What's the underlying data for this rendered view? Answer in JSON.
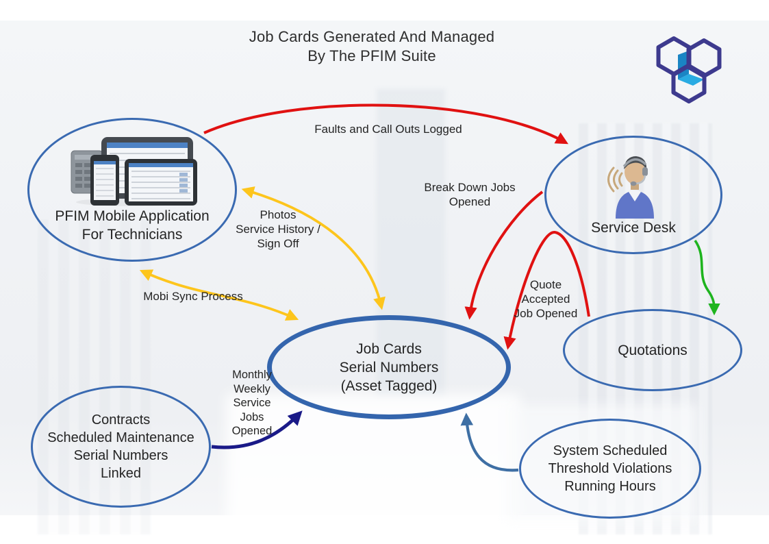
{
  "title": "Job Cards Generated And Managed\nBy The PFIM Suite",
  "logo": {
    "icon": "hexagon-cluster-logo",
    "outline_color": "#3d3a8e",
    "cube_side_color": "#1a85c4",
    "cube_floor_color": "#29abe2"
  },
  "nodes": {
    "pfim_mobile": {
      "label": "PFIM Mobile Application\nFor Technicians",
      "icon": "mobile-devices-image"
    },
    "service_desk": {
      "label": "Service Desk",
      "icon": "support-agent-image"
    },
    "job_cards": {
      "label": "Job Cards\nSerial Numbers\n(Asset Tagged)"
    },
    "quotations": {
      "label": "Quotations"
    },
    "contracts": {
      "label": "Contracts\nScheduled Maintenance\nSerial Numbers\nLinked"
    },
    "system_scheduled": {
      "label": "System Scheduled\nThreshold Violations\nRunning Hours"
    }
  },
  "edges": {
    "faults": {
      "label": "Faults and Call Outs Logged",
      "color": "#e01111"
    },
    "break_down": {
      "label": "Break Down Jobs\nOpened",
      "color": "#e01111"
    },
    "photos": {
      "label": "Photos\nService History /\nSign Off",
      "color": "#fdc51c"
    },
    "mobi_sync": {
      "label": "Mobi Sync Process",
      "color": "#fdc51c"
    },
    "quote": {
      "label": "Quote\nAccepted\nJob Opened",
      "color": "#e01111"
    },
    "monthly": {
      "label": "Monthly\nWeekly\nService\nJobs\nOpened",
      "color": "#1a1a88"
    },
    "quotation_link": {
      "color": "#1eb41e"
    },
    "system_link": {
      "color": "#3e6fa4"
    }
  },
  "colors": {
    "node_border": "#3a6ab1",
    "job_cards_border": "#3465ad",
    "text": "#262626",
    "background": "#f0f2f5"
  }
}
